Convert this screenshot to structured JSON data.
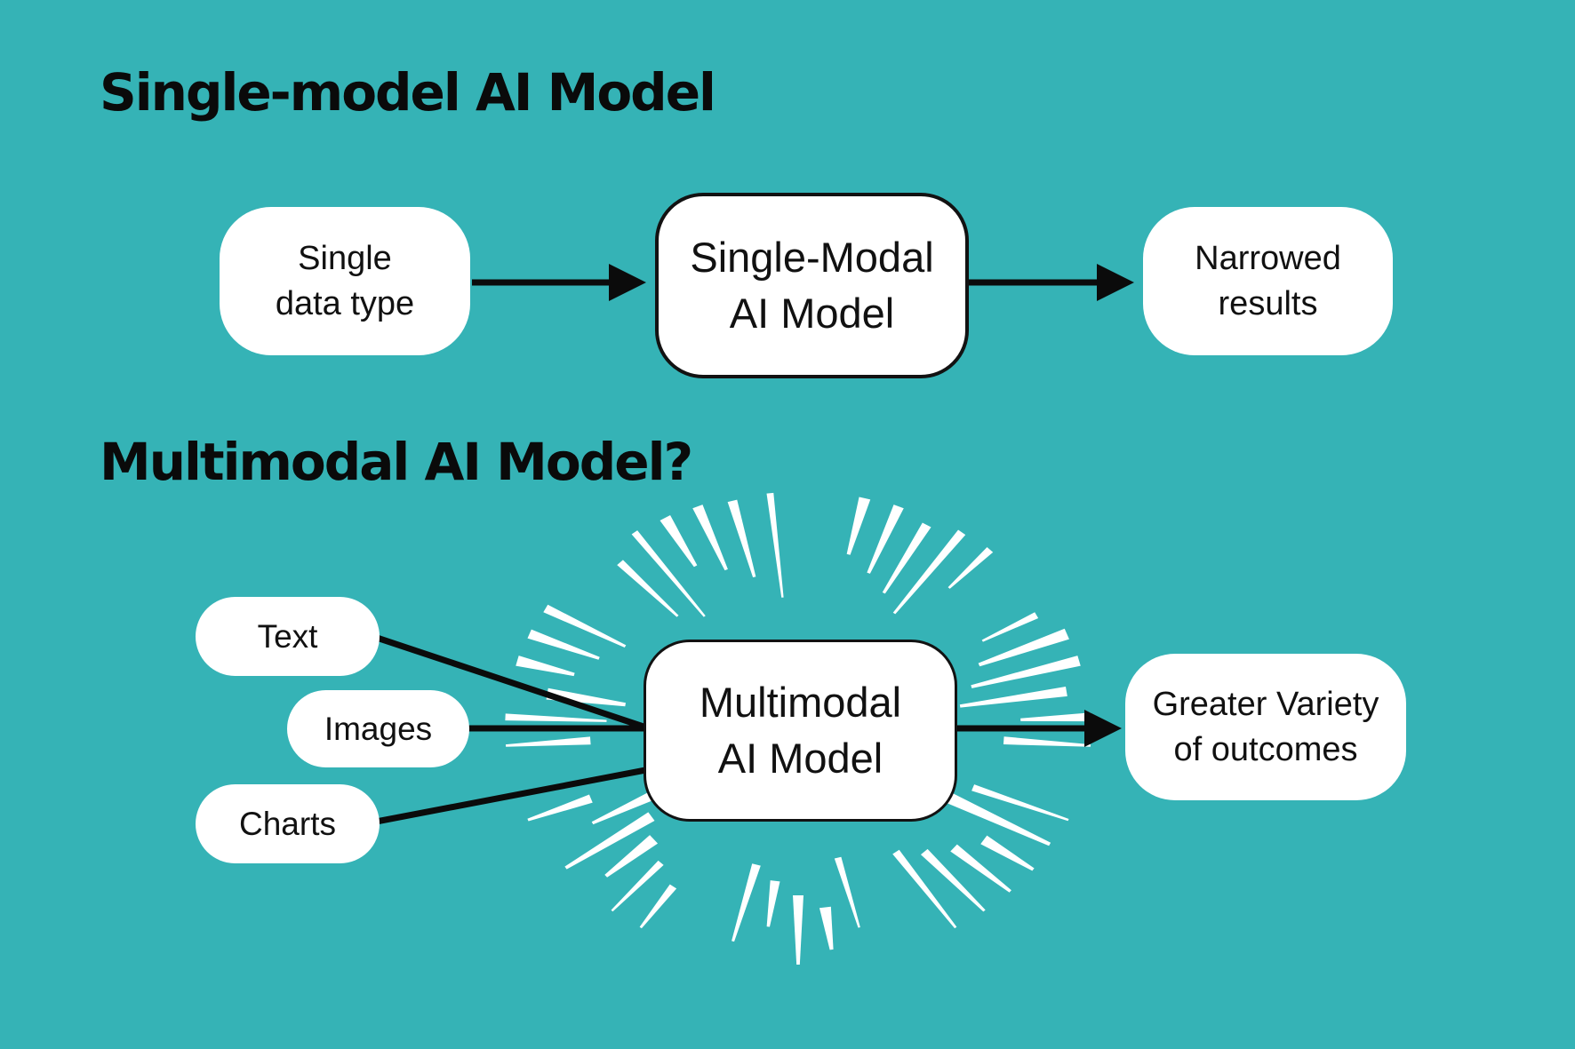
{
  "colors": {
    "background": "#35b3b6",
    "box-fill": "#ffffff",
    "box-border": "#121212",
    "text": "#111111",
    "title": "#0a0a0a",
    "connector": "#0b0b0b",
    "starburst": "#ffffff"
  },
  "section_single": {
    "title": "Single-model AI Model",
    "input_box": {
      "line1": "Single",
      "line2": "data type"
    },
    "model_box": {
      "line1": "Single-Modal",
      "line2": "AI Model"
    },
    "output_box": {
      "line1": "Narrowed",
      "line2": "results"
    }
  },
  "section_multi": {
    "title": "Multimodal AI Model?",
    "input_boxes": [
      {
        "label": "Text"
      },
      {
        "label": "Images"
      },
      {
        "label": "Charts"
      }
    ],
    "model_box": {
      "line1": "Multimodal",
      "line2": "AI Model"
    },
    "output_box": {
      "line1": "Greater Variety",
      "line2": "of outcomes"
    }
  }
}
